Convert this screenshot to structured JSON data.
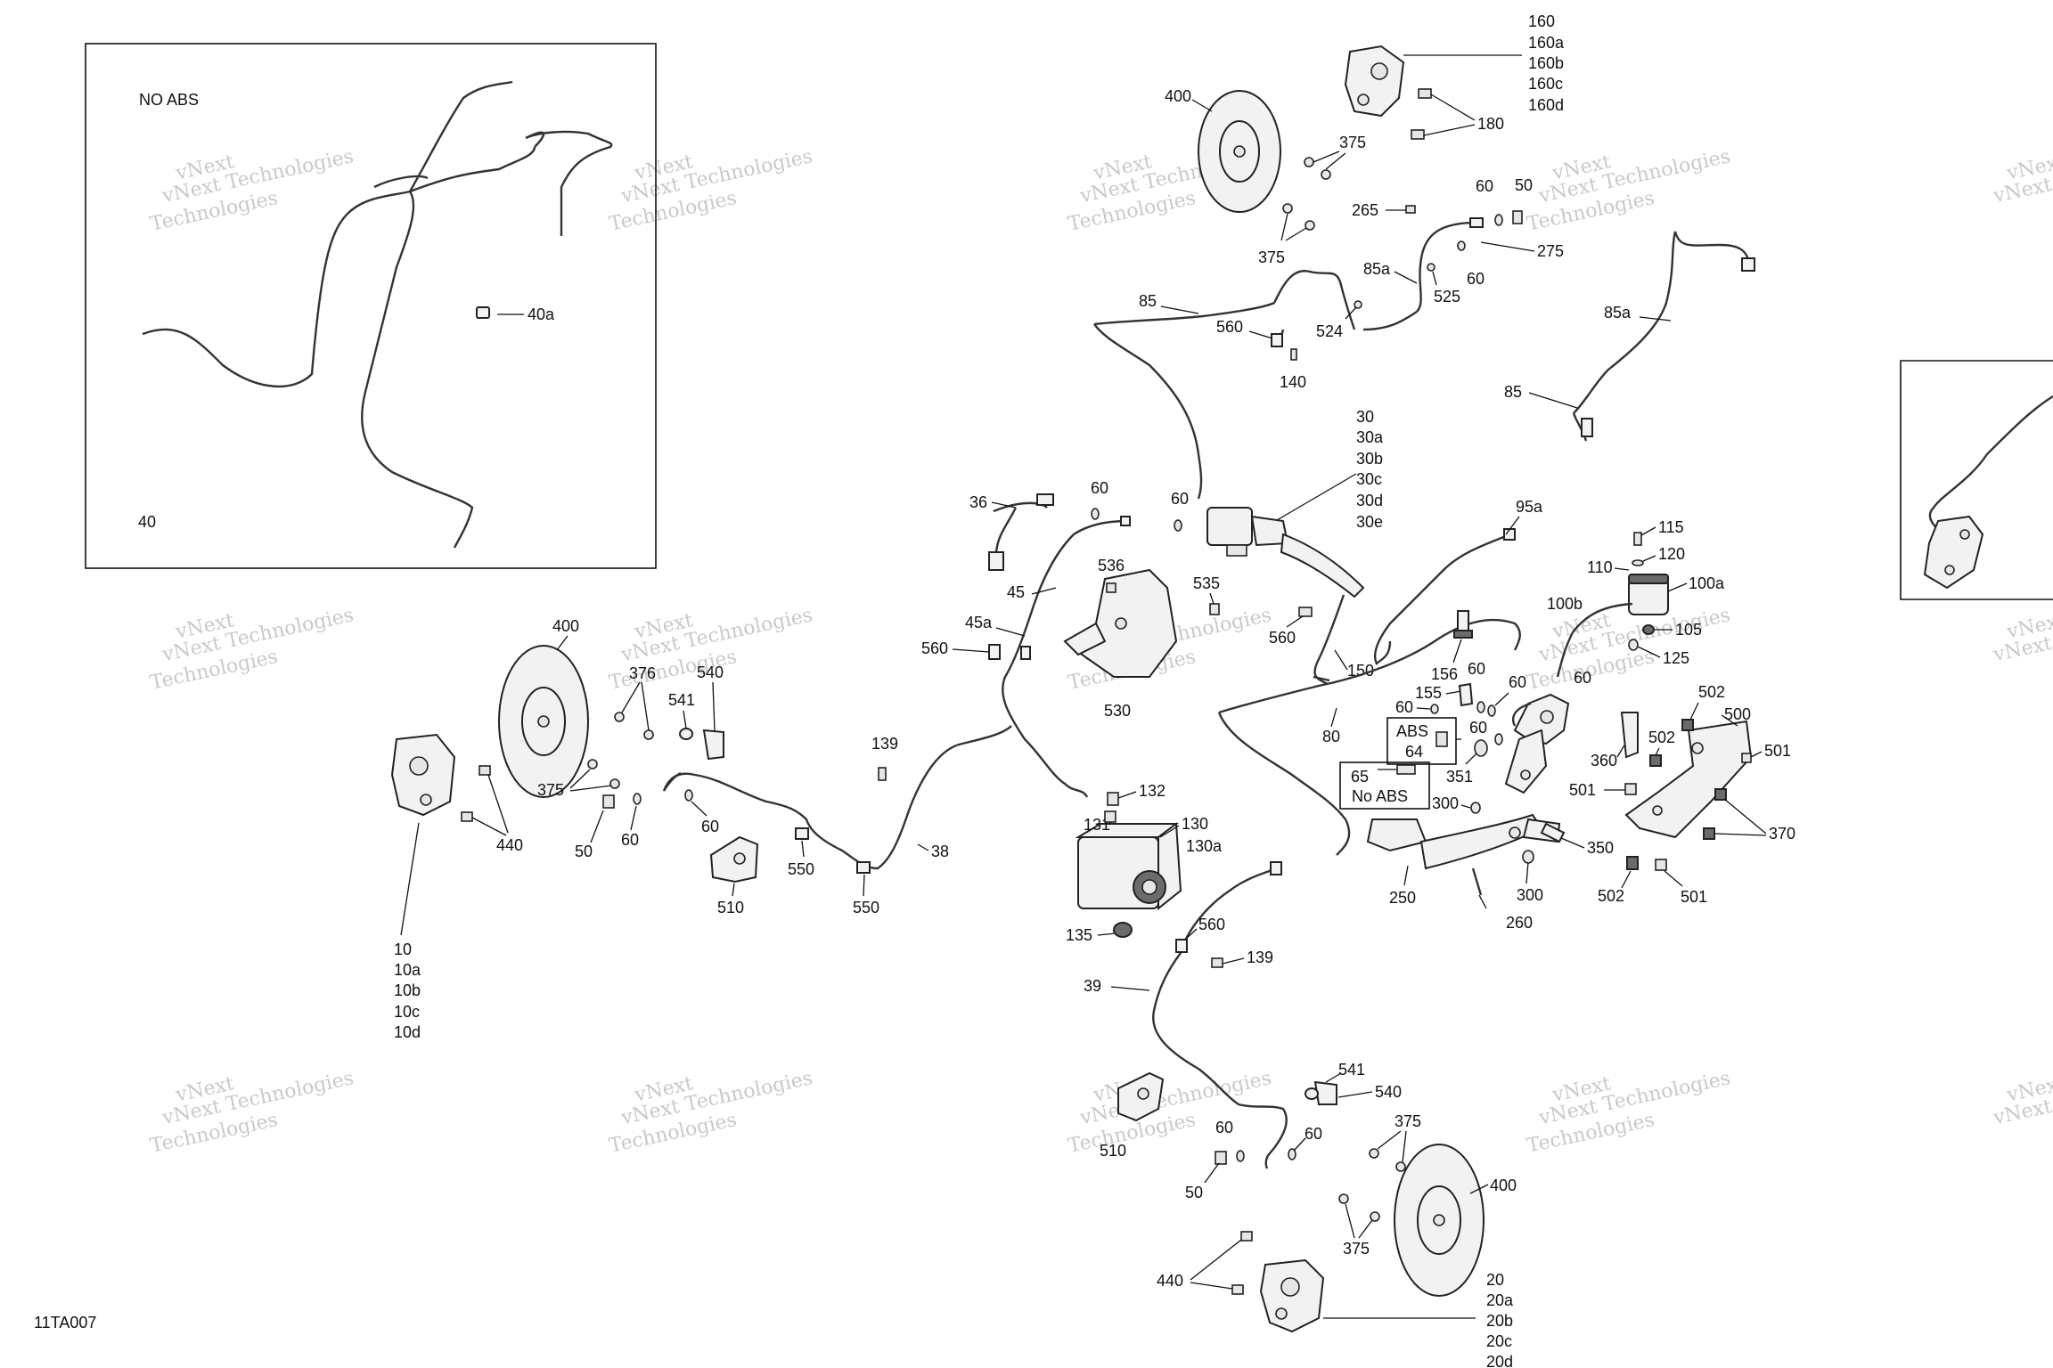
{
  "diagram_id": "11TA007",
  "watermark": {
    "line1": "vNext",
    "line2": "vNext Technologies",
    "line3": "Technologies"
  },
  "inset": {
    "title": "NO ABS",
    "labels": [
      "40a",
      "40"
    ]
  },
  "labels": {
    "l160": "160",
    "l160a": "160a",
    "l160b": "160b",
    "l160c": "160c",
    "l160d": "160d",
    "l400_top": "400",
    "l375_top1": "375",
    "l180": "180",
    "l60_a": "60",
    "l50_a": "50",
    "l265": "265",
    "l375_top2": "375",
    "l275": "275",
    "l85a_a": "85a",
    "l60_b": "60",
    "l525": "525",
    "l560_top": "560",
    "l524": "524",
    "l85_a": "85",
    "l140": "140",
    "l85a_b": "85a",
    "l85_b": "85",
    "l30": "30",
    "l30a": "30a",
    "l30b": "30b",
    "l30c": "30c",
    "l30d": "30d",
    "l30e": "30e",
    "l36": "36",
    "l60_c": "60",
    "l60_d": "60",
    "l95a": "95a",
    "l115": "115",
    "l120": "120",
    "l110": "110",
    "l100a": "100a",
    "l100b": "100b",
    "l105": "105",
    "l125": "125",
    "l45": "45",
    "l536": "536",
    "l535": "535",
    "l45a": "45a",
    "l560_mid": "560",
    "l560_b": "560",
    "l150": "150",
    "l156": "156",
    "l155": "155",
    "l60_e": "60",
    "l60_f": "60",
    "l60_g": "60",
    "l530": "530",
    "l80": "80",
    "l60_h": "60",
    "abs": "ABS",
    "l64": "64",
    "l65": "65",
    "no_abs": "No ABS",
    "l351": "351",
    "l300_a": "300",
    "l502_a": "502",
    "l500": "500",
    "l360": "360",
    "l502_b": "502",
    "l501_a": "501",
    "l501_b": "501",
    "l370": "370",
    "l350": "350",
    "l250": "250",
    "l300_b": "300",
    "l260": "260",
    "l502_c": "502",
    "l501_c": "501",
    "l400_left": "400",
    "l376": "376",
    "l540_left": "540",
    "l541_left": "541",
    "l139_a": "139",
    "l132": "132",
    "l131": "131",
    "l130": "130",
    "l130a": "130a",
    "l375_left": "375",
    "l440_left": "440",
    "l50_left": "50",
    "l60_left1": "60",
    "l60_left2": "60",
    "l38": "38",
    "l550_a": "550",
    "l550_b": "550",
    "l510_left": "510",
    "l135": "135",
    "l10": "10",
    "l10a": "10a",
    "l10b": "10b",
    "l10c": "10c",
    "l10d": "10d",
    "l560_low": "560",
    "l139_b": "139",
    "l39": "39",
    "l541_low": "541",
    "l540_low": "540",
    "l60_low1": "60",
    "l60_low2": "60",
    "l510_low": "510",
    "l375_low1": "375",
    "l50_low": "50",
    "l400_low": "400",
    "l375_low2": "375",
    "l440_low": "440",
    "l20": "20",
    "l20a": "20a",
    "l20b": "20b",
    "l20c": "20c",
    "l20d": "20d"
  }
}
